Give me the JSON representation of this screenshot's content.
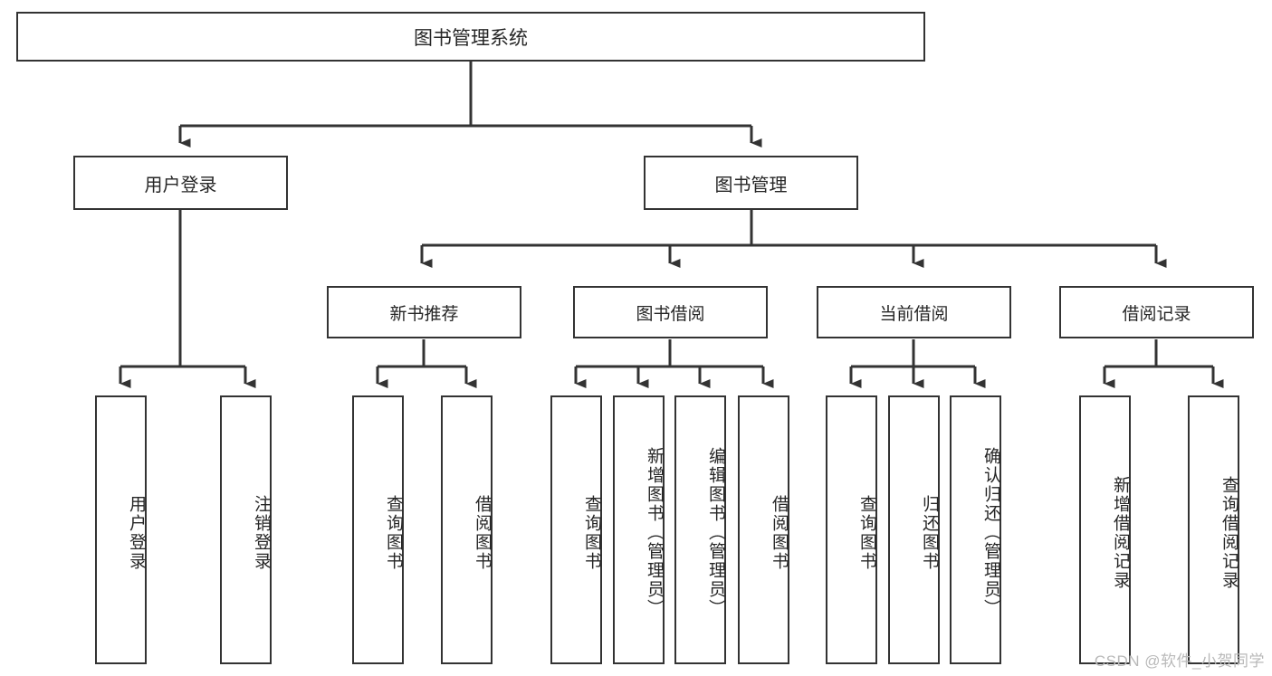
{
  "diagram": {
    "title": "图书管理系统",
    "type": "tree",
    "theme": {
      "background": "#ffffff",
      "border": "#333333",
      "text": "#262626",
      "watermark": "#b9b9b9"
    },
    "root": {
      "label": "图书管理系统"
    },
    "level1": [
      {
        "label": "用户登录"
      },
      {
        "label": "图书管理"
      }
    ],
    "level2": [
      {
        "label": "新书推荐"
      },
      {
        "label": "图书借阅"
      },
      {
        "label": "当前借阅"
      },
      {
        "label": "借阅记录"
      }
    ],
    "leaves": [
      {
        "label": "用户登录",
        "parent": "用户登录"
      },
      {
        "label": "注销登录",
        "parent": "用户登录"
      },
      {
        "label": "查询图书",
        "parent": "新书推荐"
      },
      {
        "label": "借阅图书",
        "parent": "新书推荐"
      },
      {
        "label": "查询图书",
        "parent": "图书借阅"
      },
      {
        "label": "新增图书（管理员）",
        "parent": "图书借阅"
      },
      {
        "label": "编辑图书（管理员）",
        "parent": "图书借阅"
      },
      {
        "label": "借阅图书",
        "parent": "图书借阅"
      },
      {
        "label": "查询图书",
        "parent": "当前借阅"
      },
      {
        "label": "归还图书",
        "parent": "当前借阅"
      },
      {
        "label": "确认归还（管理员）",
        "parent": "当前借阅"
      },
      {
        "label": "新增借阅记录",
        "parent": "借阅记录"
      },
      {
        "label": "查询借阅记录",
        "parent": "借阅记录"
      }
    ],
    "watermark": "CSDN @软件_小贺同学"
  }
}
